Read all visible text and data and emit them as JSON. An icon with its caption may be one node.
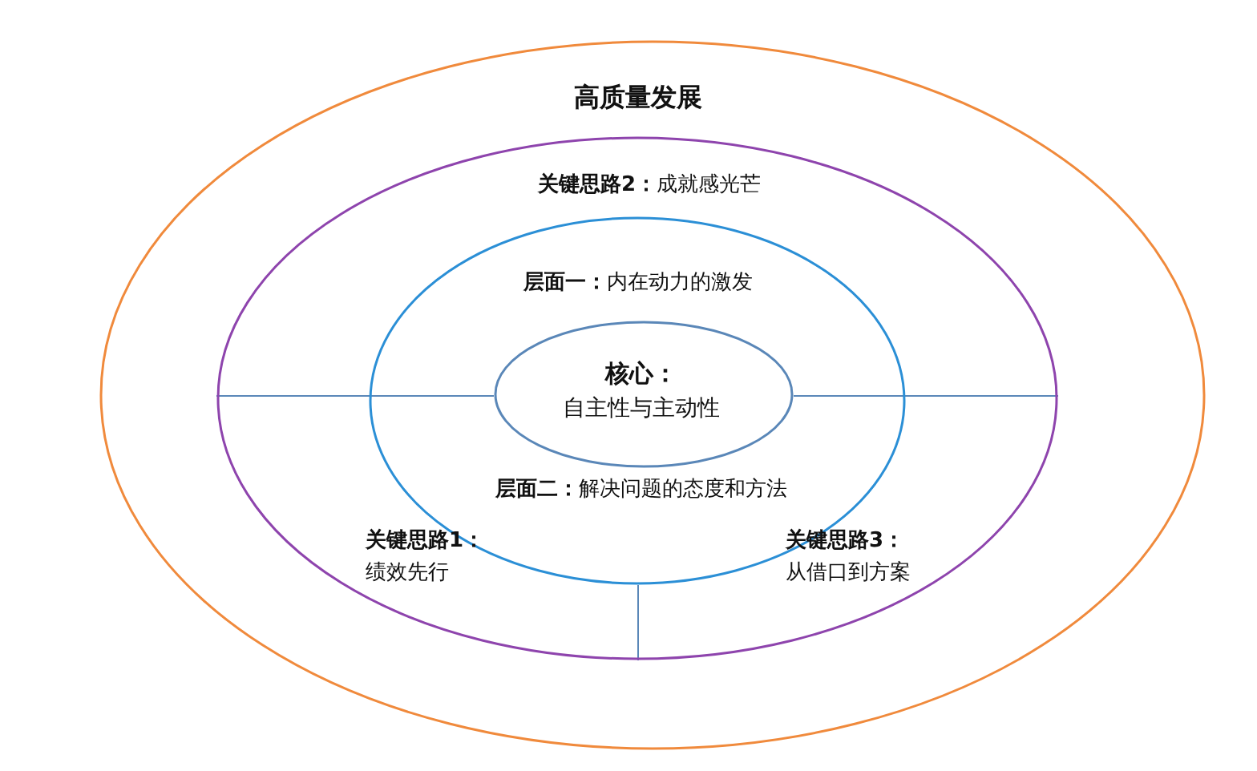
{
  "diagram": {
    "nodes": [
      {
        "text": [
          "高质量发展"
        ]
      },
      {
        "text": [
          "**关键思路2：**成就感光芒",
          "关键思路1：",
          "绩效先行",
          "关键思路3：",
          "从借口到方案"
        ],
        "in": 0
      },
      {
        "text": [
          "**层面一：**内在动力的激发",
          "**层面二：**解决问题的态度和方法"
        ],
        "in": 1
      },
      {
        "text": [
          "核心：",
          "自主性与主动性"
        ],
        "in": 2
      }
    ],
    "edges": []
  }
}
